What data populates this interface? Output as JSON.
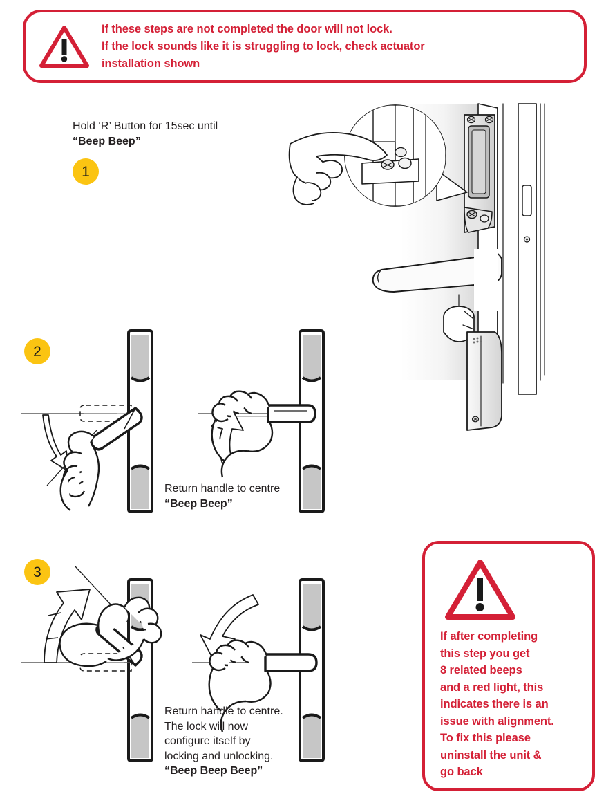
{
  "colors": {
    "warning_red": "#D42036",
    "badge_yellow": "#FBC412",
    "text_dark": "#231f20",
    "door_gray": "#C6C6C6"
  },
  "warning_top": {
    "icon": "warning-triangle-icon",
    "lines": [
      "If these steps are not completed the door will not lock.",
      "If the lock sounds like it is struggling to lock, check actuator",
      "installation shown"
    ]
  },
  "warning_bottom": {
    "icon": "warning-triangle-icon",
    "lines": [
      "If after completing",
      "this step you get",
      "8 related beeps",
      "and a red light, this",
      "indicates there is an",
      "issue with alignment.",
      "To fix this please",
      "uninstall the unit &",
      "go back"
    ]
  },
  "steps": [
    {
      "number": "1",
      "caption_lines": [
        {
          "text": "Hold ‘R’ Button for 15sec until",
          "bold": false
        },
        {
          "text": "“Beep Beep”",
          "bold": true
        }
      ],
      "illustration": "door-lock-r-button-diagram"
    },
    {
      "number": "2",
      "caption_lines": [
        {
          "text": "Return handle to centre",
          "bold": false
        },
        {
          "text": "“Beep Beep”",
          "bold": true
        }
      ],
      "illustration": "handle-push-down-then-centre-diagram"
    },
    {
      "number": "3",
      "caption_lines": [
        {
          "text": "Return handle to centre.",
          "bold": false
        },
        {
          "text": "The lock will now",
          "bold": false
        },
        {
          "text": "configure itself by",
          "bold": false
        },
        {
          "text": "locking and unlocking.",
          "bold": false
        },
        {
          "text": "“Beep Beep Beep”",
          "bold": true
        }
      ],
      "illustration": "handle-lift-up-then-centre-diagram"
    }
  ]
}
